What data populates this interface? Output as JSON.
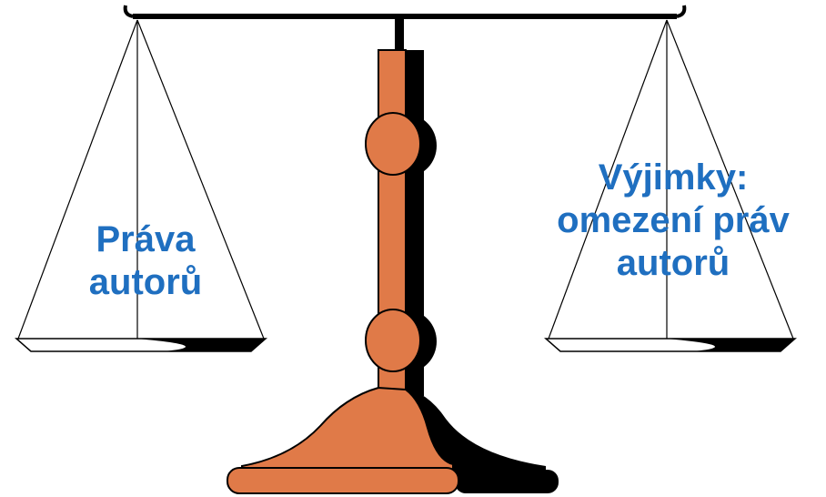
{
  "left_pan": {
    "lines": [
      "Práva",
      "autorů"
    ]
  },
  "right_pan": {
    "lines": [
      "Výjimky:",
      "omezení práv",
      "autorů"
    ]
  },
  "colors": {
    "label": "#1f6fc0",
    "stand": "#e07a48",
    "shadow": "#000000",
    "outline": "#000000"
  }
}
